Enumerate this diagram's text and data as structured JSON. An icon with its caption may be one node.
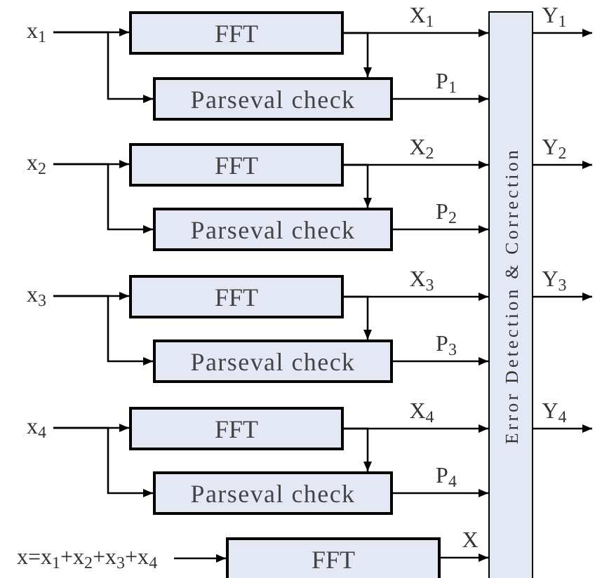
{
  "diagram": {
    "nodes": [
      {
        "text": [
          "x$_{1}$"
        ]
      },
      {
        "text": [
          "FFT"
        ]
      },
      {
        "text": [
          "Parseval check"
        ]
      },
      {
        "text": [
          "x$_{2}$"
        ]
      },
      {
        "text": [
          "FFT"
        ]
      },
      {
        "text": [
          "Parseval check"
        ]
      },
      {
        "text": [
          "x$_{3}$"
        ]
      },
      {
        "text": [
          "FFT"
        ]
      },
      {
        "text": [
          "Parseval check"
        ]
      },
      {
        "text": [
          "x$_{4}$"
        ]
      },
      {
        "text": [
          "FFT"
        ]
      },
      {
        "text": [
          "Parseval check"
        ]
      },
      {
        "text": [
          "x=x$_{1}$+x$_{2}$+x$_{3}$+x$_{4}$"
        ]
      },
      {
        "text": [
          "FFT"
        ]
      },
      {
        "text": [
          "Error Detection & Correction"
        ]
      }
    ],
    "edges": [
      {
        "from": 0,
        "to": 1,
        "arrow": "to"
      },
      {
        "from": 0,
        "to": 2,
        "arrow": "to"
      },
      {
        "from": 1,
        "to": 14,
        "arrow": "to",
        "label": "X$_{1}$"
      },
      {
        "from": 1,
        "to": 2,
        "arrow": "to"
      },
      {
        "from": 2,
        "to": 14,
        "arrow": "to",
        "label": "P$_{1}$"
      },
      {
        "from": 14,
        "to": null,
        "arrow": "to",
        "label": "Y$_{1}$"
      },
      {
        "from": 3,
        "to": 4,
        "arrow": "to"
      },
      {
        "from": 3,
        "to": 5,
        "arrow": "to"
      },
      {
        "from": 4,
        "to": 14,
        "arrow": "to",
        "label": "X$_{2}$"
      },
      {
        "from": 4,
        "to": 5,
        "arrow": "to"
      },
      {
        "from": 5,
        "to": 14,
        "arrow": "to",
        "label": "P$_{2}$"
      },
      {
        "from": 14,
        "to": null,
        "arrow": "to",
        "label": "Y$_{2}$"
      },
      {
        "from": 6,
        "to": 7,
        "arrow": "to"
      },
      {
        "from": 6,
        "to": 8,
        "arrow": "to"
      },
      {
        "from": 7,
        "to": 14,
        "arrow": "to",
        "label": "X$_{3}$"
      },
      {
        "from": 7,
        "to": 8,
        "arrow": "to"
      },
      {
        "from": 8,
        "to": 14,
        "arrow": "to",
        "label": "P$_{3}$"
      },
      {
        "from": 14,
        "to": null,
        "arrow": "to",
        "label": "Y$_{3}$"
      },
      {
        "from": 9,
        "to": 10,
        "arrow": "to"
      },
      {
        "from": 9,
        "to": 11,
        "arrow": "to"
      },
      {
        "from": 10,
        "to": 14,
        "arrow": "to",
        "label": "X$_{4}$"
      },
      {
        "from": 10,
        "to": 11,
        "arrow": "to"
      },
      {
        "from": 11,
        "to": 14,
        "arrow": "to",
        "label": "P$_{4}$"
      },
      {
        "from": 14,
        "to": null,
        "arrow": "to",
        "label": "Y$_{4}$"
      },
      {
        "from": 12,
        "to": 13,
        "arrow": "to"
      },
      {
        "from": 13,
        "to": 14,
        "arrow": "to",
        "label": "X"
      }
    ]
  }
}
